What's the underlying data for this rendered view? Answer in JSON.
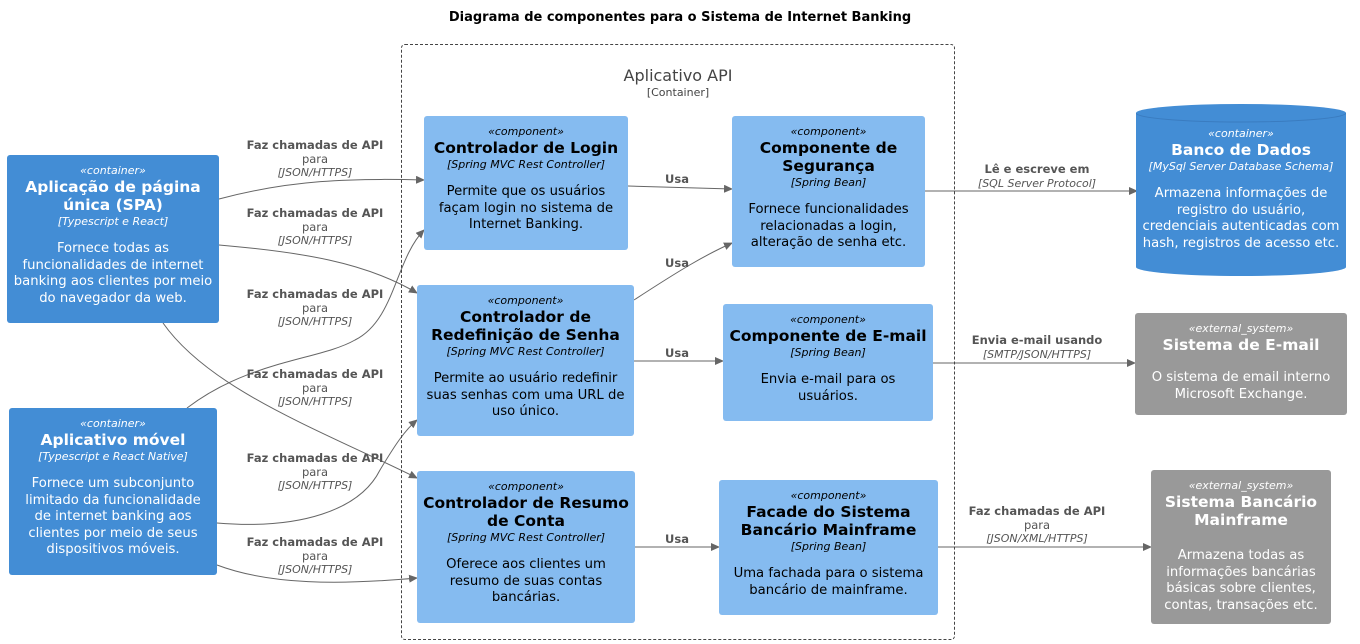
{
  "title": "Diagrama de componentes para o Sistema de Internet Banking",
  "boundary": {
    "name": "Aplicativo API",
    "tech": "[Container]"
  },
  "nodes": {
    "spa": {
      "stereotype": "«container»",
      "name": "Aplicação de página única (SPA)",
      "tech": "[Typescript e React]",
      "desc": "Fornece todas as funcionalidades de internet banking aos clientes por meio do navegador da web."
    },
    "mobile": {
      "stereotype": "«container»",
      "name": "Aplicativo móvel",
      "tech": "[Typescript e React Native]",
      "desc": "Fornece um subconjunto limitado da funcionalidade de internet banking aos clientes por meio de seus dispositivos móveis."
    },
    "login": {
      "stereotype": "«component»",
      "name": "Controlador de Login",
      "tech": "[Spring MVC Rest Controller]",
      "desc": "Permite que os usuários façam login no sistema de Internet Banking."
    },
    "reset": {
      "stereotype": "«component»",
      "name": "Controlador de Redefinição de Senha",
      "tech": "[Spring MVC Rest Controller]",
      "desc": "Permite ao usuário redefinir suas senhas com uma URL de uso único."
    },
    "summary": {
      "stereotype": "«component»",
      "name": "Controlador de Resumo de Conta",
      "tech": "[Spring MVC Rest Controller]",
      "desc": "Oferece aos clientes um resumo de suas contas bancárias."
    },
    "security": {
      "stereotype": "«component»",
      "name": "Componente de Segurança",
      "tech": "[Spring Bean]",
      "desc": "Fornece funcionalidades relacionadas a login, alteração de senha etc."
    },
    "email": {
      "stereotype": "«component»",
      "name": "Componente de E-mail",
      "tech": "[Spring Bean]",
      "desc": "Envia e-mail para os usuários."
    },
    "facade": {
      "stereotype": "«component»",
      "name": "Facade do Sistema Bancário Mainframe",
      "tech": "[Spring Bean]",
      "desc": "Uma fachada para o sistema bancário de mainframe."
    },
    "db": {
      "stereotype": "«container»",
      "name": "Banco de Dados",
      "tech": "[MySql Server Database Schema]",
      "desc": "Armazena informações de registro do usuário, credenciais autenticadas com hash, registros de acesso etc."
    },
    "emailsys": {
      "stereotype": "«external_system»",
      "name": "Sistema de E-mail",
      "tech": "",
      "desc": "O sistema de email interno Microsoft Exchange."
    },
    "mainframe": {
      "stereotype": "«external_system»",
      "name": "Sistema Bancário Mainframe",
      "tech": "",
      "desc": "Armazena todas as informações bancárias básicas sobre clientes, contas, transações etc."
    }
  },
  "edges": [
    {
      "label": "Faz chamadas de API",
      "sub": "para",
      "tech": "[JSON/HTTPS]"
    },
    {
      "label": "Faz chamadas de API",
      "sub": "para",
      "tech": "[JSON/HTTPS]"
    },
    {
      "label": "Faz chamadas de API",
      "sub": "para",
      "tech": "[JSON/HTTPS]"
    },
    {
      "label": "Faz chamadas de API",
      "sub": "para",
      "tech": "[JSON/HTTPS]"
    },
    {
      "label": "Faz chamadas de API",
      "sub": "para",
      "tech": "[JSON/HTTPS]"
    },
    {
      "label": "Faz chamadas de API",
      "sub": "para",
      "tech": "[JSON/HTTPS]"
    },
    {
      "label": "Usa",
      "sub": "",
      "tech": ""
    },
    {
      "label": "Usa",
      "sub": "",
      "tech": ""
    },
    {
      "label": "Usa",
      "sub": "",
      "tech": ""
    },
    {
      "label": "Usa",
      "sub": "",
      "tech": ""
    },
    {
      "label": "Lê e escreve em",
      "sub": "",
      "tech": "[SQL Server Protocol]"
    },
    {
      "label": "Envia e-mail usando",
      "sub": "",
      "tech": "[SMTP/JSON/HTTPS]"
    },
    {
      "label": "Faz chamadas de API",
      "sub": "para",
      "tech": "[JSON/XML/HTTPS]"
    }
  ],
  "colors": {
    "component": "#85bbf0",
    "container": "#438dd5",
    "external": "#999999",
    "line": "#666666"
  }
}
